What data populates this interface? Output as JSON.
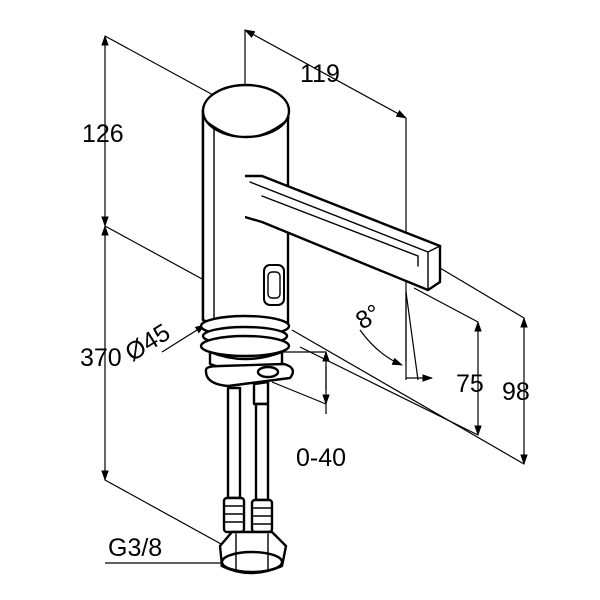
{
  "dimensions": {
    "width_119": "119",
    "height_126": "126",
    "height_370": "370",
    "diameter_45": "Ø45",
    "range_0_40": "0-40",
    "height_75": "75",
    "height_98": "98",
    "angle_8": "8°",
    "thread_g38": "G3/8"
  },
  "colors": {
    "line": "#000000",
    "background": "#ffffff"
  }
}
